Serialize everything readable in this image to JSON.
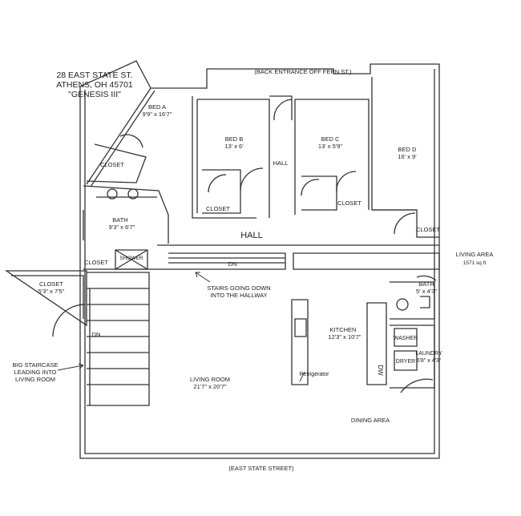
{
  "header": {
    "address_line1": "28 EAST STATE ST.",
    "address_line2": "ATHENS, OH  45701",
    "name": "\"GENESIS III\""
  },
  "labels": {
    "back_entrance": "(BACK ENTRANCE OFF FERN ST.)",
    "street": "(EAST STATE STREET)",
    "living_area": "LIVING AREA",
    "living_area_sqft": "1571 sq ft",
    "hall_main": "HALL",
    "hall_small": "HALL",
    "stairs_dn": "DN",
    "big_stairs_dn": "DN",
    "stairs_note_1": "STAIRS GOING DOWN",
    "stairs_note_2": "INTO THE HALLWAY",
    "big_stair_1": "BIG STAIRCASE",
    "big_stair_2": "LEADING INTO",
    "big_stair_3": "LIVING ROOM",
    "refrigerator": "Refrigerator",
    "washer": "WASHER",
    "dryer": "DRYER",
    "dw": "DW",
    "dining": "DINING AREA",
    "shower": "SHOWER"
  },
  "rooms": {
    "bed_a": {
      "name": "BED A",
      "dims": "9'9\" x 16'7\""
    },
    "bed_b": {
      "name": "BED B",
      "dims": "13' x 6'"
    },
    "bed_c": {
      "name": "BED C",
      "dims": "13' x 5'9\""
    },
    "bed_d": {
      "name": "BED D",
      "dims": "16' x 9'"
    },
    "bath_main": {
      "name": "BATH",
      "dims": "9'3\" x 6'7\""
    },
    "bath_small": {
      "name": "BATH",
      "dims": "5' x 4'3\""
    },
    "kitchen": {
      "name": "KITCHEN",
      "dims": "12'3\" x 10'7\""
    },
    "laundry": {
      "name": "LAUNDRY",
      "dims": "6'8\" x 4'3\""
    },
    "living": {
      "name": "LIVING ROOM",
      "dims": "21'7\" x 20'7\""
    },
    "closet_big": {
      "name": "CLOSET",
      "dims": "5'3\" x 7'5\""
    },
    "closet_a": {
      "name": "CLOSET"
    },
    "closet_b": {
      "name": "CLOSET"
    },
    "closet_c": {
      "name": "CLOSET"
    },
    "closet_d": {
      "name": "CLOSET"
    },
    "closet_bath": {
      "name": "CLOSET"
    }
  }
}
